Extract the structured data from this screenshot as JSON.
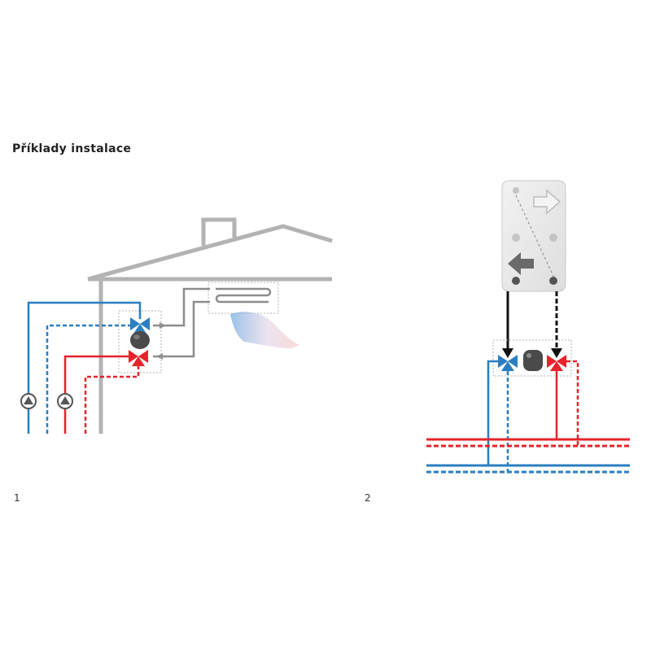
{
  "page": {
    "title": "Příklady instalace"
  },
  "figures": [
    {
      "label": "1"
    },
    {
      "label": "2"
    }
  ],
  "colors": {
    "supply_red": "#e8232b",
    "return_blue": "#2b7ec1",
    "house_gray": "#b3b3b3",
    "pipe_gray": "#8c8c8c",
    "unit_dark": "#4a4a4a",
    "panel_light": "#ececec",
    "black": "#111111"
  },
  "icons": [
    "pump-icon",
    "mixing-valve-icon",
    "actuator-icon",
    "radiator-icon",
    "heat-exchanger-icon",
    "arrow-icon"
  ]
}
